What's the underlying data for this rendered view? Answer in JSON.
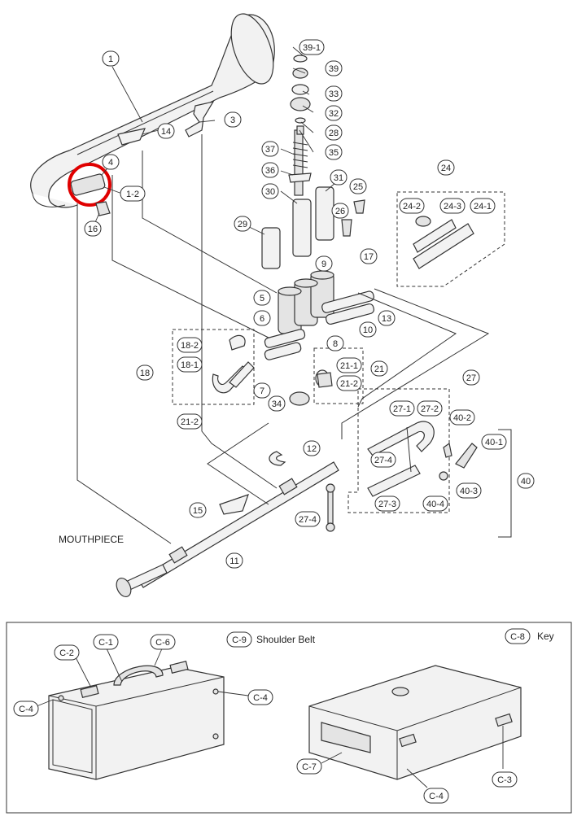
{
  "part_labels": [
    "1",
    "1-2",
    "3",
    "4",
    "5",
    "6",
    "7",
    "8",
    "9",
    "10",
    "11",
    "12",
    "13",
    "14",
    "15",
    "16",
    "17",
    "18",
    "18-1",
    "18-2",
    "21",
    "21-1",
    "21-2",
    "21-2",
    "24",
    "24-1",
    "24-2",
    "24-3",
    "25",
    "26",
    "27",
    "27-1",
    "27-2",
    "27-3",
    "27-4",
    "27-4",
    "28",
    "29",
    "30",
    "31",
    "32",
    "33",
    "34",
    "35",
    "36",
    "37",
    "39",
    "39-1",
    "40",
    "40-1",
    "40-2",
    "40-3",
    "40-4"
  ],
  "captions": {
    "mouthpiece": "MOUTHPIECE",
    "case_labels": [
      "C-1",
      "C-2",
      "C-3",
      "C-4",
      "C-4",
      "C-4",
      "C-6",
      "C-7",
      "C-8",
      "C-9"
    ],
    "shoulder_belt": "Shoulder Belt",
    "key": "Key"
  },
  "highlight_color": "#e00000"
}
